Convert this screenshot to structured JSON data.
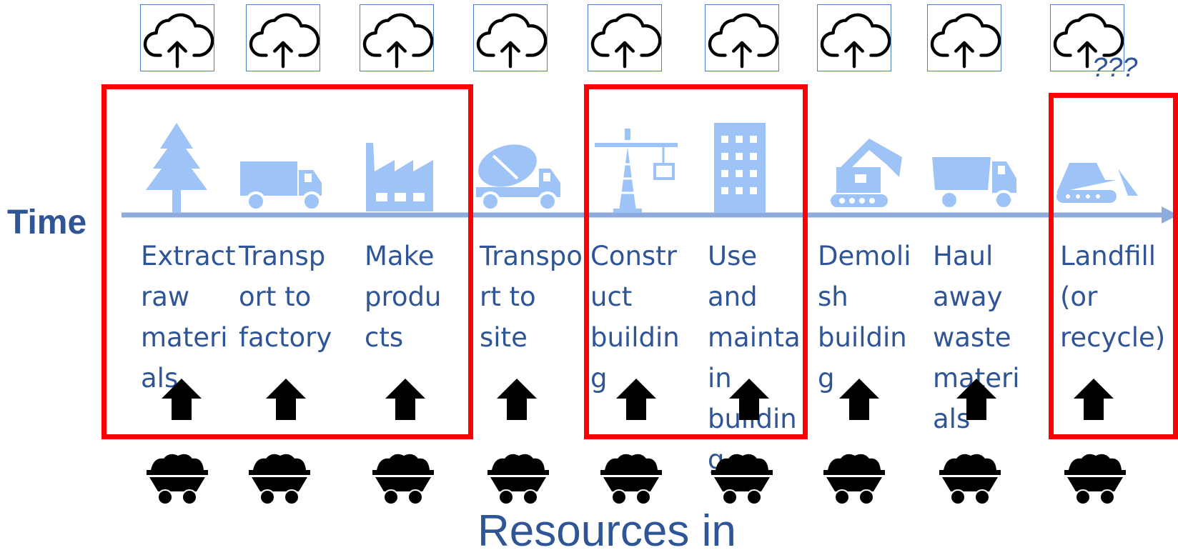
{
  "time_label": "Time",
  "bottom_label": "Resources in",
  "unknown_marker": "???",
  "colors": {
    "text_blue": "#2f5597",
    "icon_light_blue": "#9dc3f7",
    "timeline_blue": "#8faadc",
    "frame_red": "#ff0000",
    "cloud_box_border": "#4a7ec4"
  },
  "stages": [
    {
      "label": "Extract\nraw\nmateri\nals",
      "icon": "tree-icon"
    },
    {
      "label": "Transp\nort to\nfactory",
      "icon": "truck-icon"
    },
    {
      "label": "Make\nprodu\ncts",
      "icon": "factory-icon"
    },
    {
      "label": "Transpo\nrt to\nsite",
      "icon": "cement-mixer-icon"
    },
    {
      "label": "Constr\nuct\nbuildin\ng",
      "icon": "crane-icon"
    },
    {
      "label": "Use\nand\nmainta\nin\nbuildin\ng",
      "icon": "building-icon"
    },
    {
      "label": "Demoli\nsh\nbuildin\ng",
      "icon": "excavator-icon"
    },
    {
      "label": "Haul\naway\nwaste\nmateri\nals",
      "icon": "dump-truck-icon"
    },
    {
      "label": "Landfill\n(or\nrecycle)",
      "icon": "bulldozer-icon"
    }
  ],
  "output_icon": "cloud-upload-icon",
  "input_icon": "coal-cart-icon",
  "input_arrow_icon": "up-arrow-icon"
}
